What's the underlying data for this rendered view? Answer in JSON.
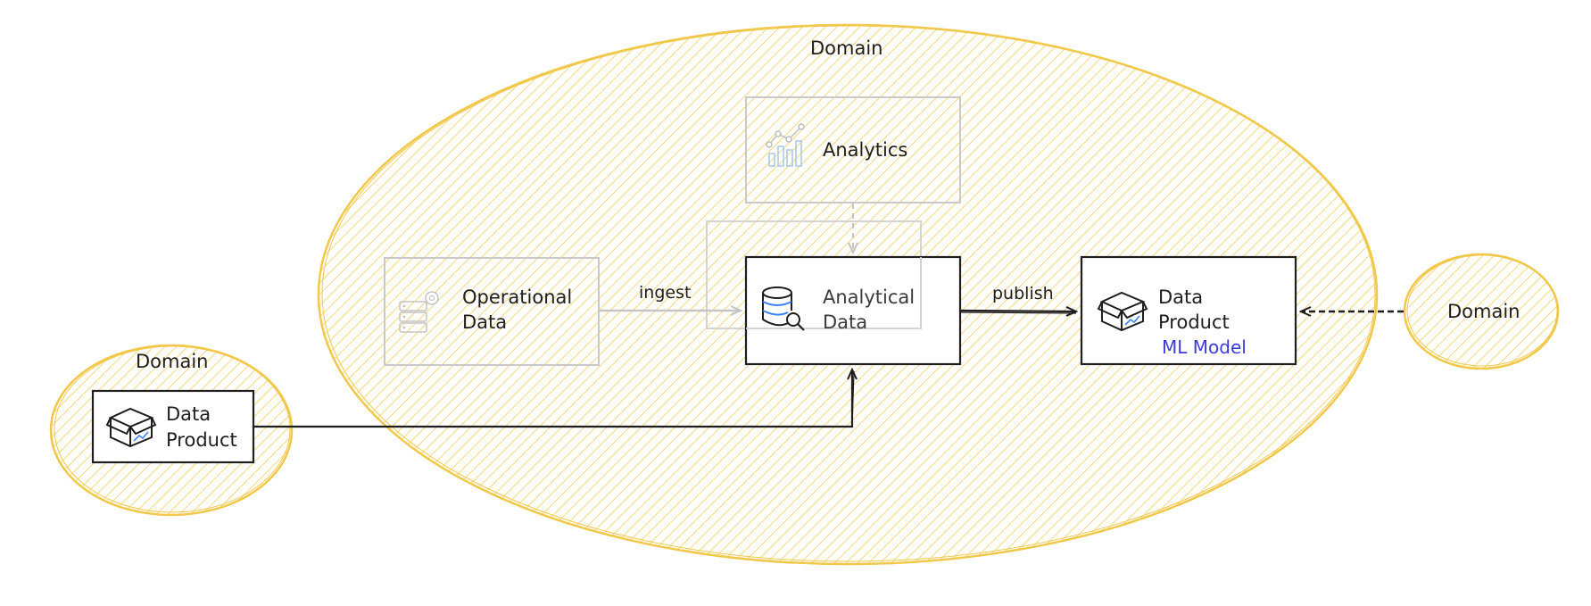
{
  "domains": {
    "main_label": "Domain",
    "left_label": "Domain",
    "right_label": "Domain"
  },
  "nodes": {
    "analytics": {
      "label": "Analytics"
    },
    "operational": {
      "line1": "Operational",
      "line2": "Data"
    },
    "analytical": {
      "line1": "Analytical",
      "line2": "Data"
    },
    "data_product_main": {
      "line1": "Data",
      "line2": "Product",
      "tag": "ML Model"
    },
    "data_product_left": {
      "line1": "Data",
      "line2": "Product"
    }
  },
  "edges": {
    "ingest": "ingest",
    "publish": "publish"
  },
  "colors": {
    "domain_fill": "#fbe9a6",
    "domain_stroke": "#f2c84b",
    "stroke": "#1e1e1e",
    "faded_stroke": "#bdbdbd",
    "accent_blue": "#3b82f6",
    "ml_model_text": "#3b3bdb"
  },
  "icons": {
    "analytics": "chart-icon",
    "operational": "server-gear-icon",
    "analytical": "database-search-icon",
    "data_product": "package-icon"
  }
}
